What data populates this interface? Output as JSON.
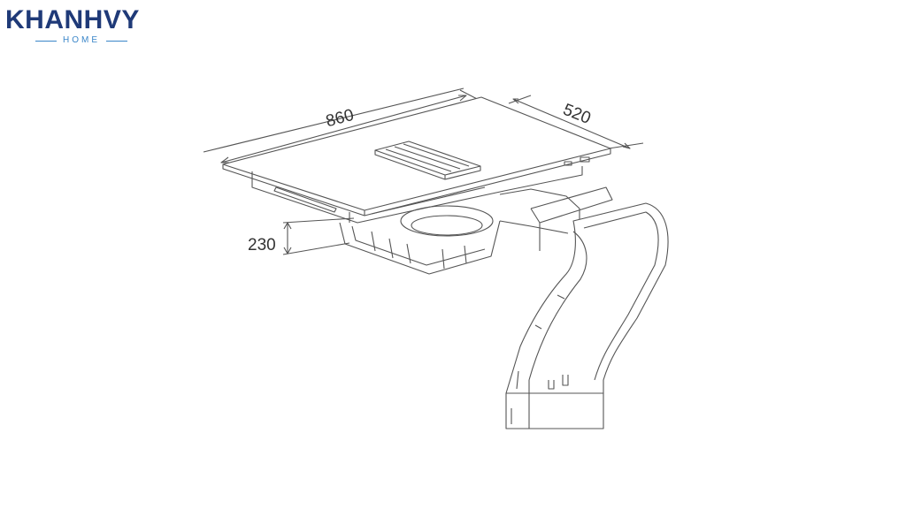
{
  "brand": {
    "name": "KHANHVY",
    "tagline": "HOME",
    "colors": {
      "primary": "#1f3a78",
      "accent": "#3a86c9"
    }
  },
  "dimensions": {
    "width": "860",
    "depth": "520",
    "height": "230"
  },
  "colors": {
    "line": "#555555",
    "dimension_text": "#333333"
  }
}
